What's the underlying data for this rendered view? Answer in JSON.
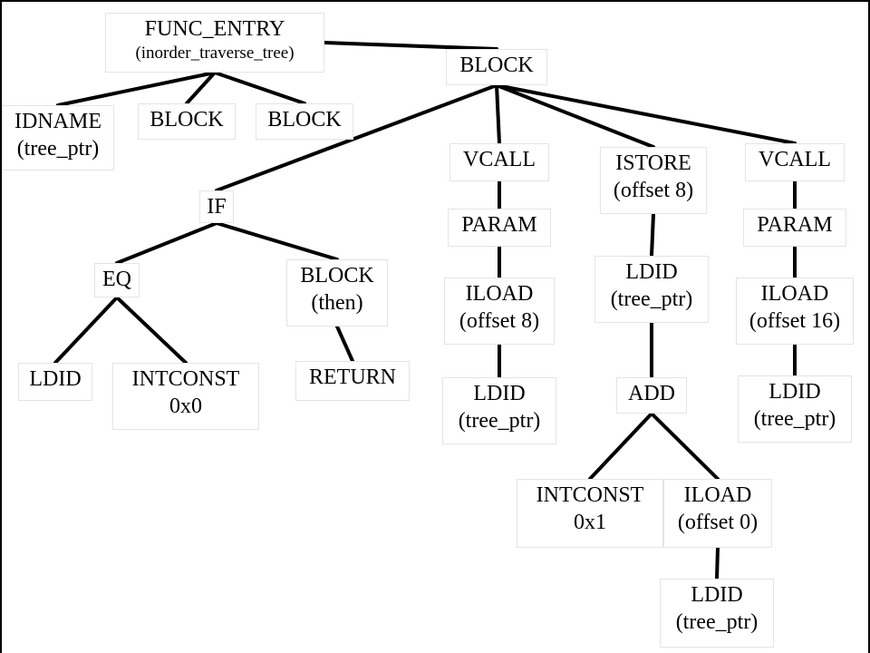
{
  "nodes": {
    "func_entry": {
      "line1": "FUNC_ENTRY",
      "line2": "(inorder_traverse_tree)"
    },
    "block_main": {
      "line1": "BLOCK"
    },
    "idname": {
      "line1": "IDNAME",
      "line2": "(tree_ptr)"
    },
    "block_a": {
      "line1": "BLOCK"
    },
    "block_b": {
      "line1": "BLOCK"
    },
    "if_node": {
      "line1": "IF"
    },
    "eq": {
      "line1": "EQ"
    },
    "block_then": {
      "line1": "BLOCK",
      "line2": "(then)"
    },
    "ldid_eq": {
      "line1": "LDID"
    },
    "intconst_0": {
      "line1": "INTCONST",
      "line2": "0x0"
    },
    "return_node": {
      "line1": "RETURN"
    },
    "vcall_1": {
      "line1": "VCALL"
    },
    "param_1": {
      "line1": "PARAM"
    },
    "iload_8": {
      "line1": "ILOAD",
      "line2": "(offset 8)"
    },
    "ldid_1": {
      "line1": "LDID",
      "line2": "(tree_ptr)"
    },
    "istore": {
      "line1": "ISTORE",
      "line2": "(offset 8)"
    },
    "ldid_2": {
      "line1": "LDID",
      "line2": "(tree_ptr)"
    },
    "add": {
      "line1": "ADD"
    },
    "intconst_1": {
      "line1": "INTCONST",
      "line2": "0x1"
    },
    "iload_0": {
      "line1": "ILOAD",
      "line2": "(offset 0)"
    },
    "ldid_3": {
      "line1": "LDID",
      "line2": "(tree_ptr)"
    },
    "vcall_2": {
      "line1": "VCALL"
    },
    "param_2": {
      "line1": "PARAM"
    },
    "iload_16": {
      "line1": "ILOAD",
      "line2": "(offset 16)"
    },
    "ldid_4": {
      "line1": "LDID",
      "line2": "(tree_ptr)"
    }
  },
  "edges": [
    [
      "func_entry",
      "idname"
    ],
    [
      "func_entry",
      "block_a"
    ],
    [
      "func_entry",
      "block_b"
    ],
    [
      "func_entry",
      "block_main"
    ],
    [
      "block_main",
      "if_node"
    ],
    [
      "block_main",
      "vcall_1"
    ],
    [
      "block_main",
      "istore"
    ],
    [
      "block_main",
      "vcall_2"
    ],
    [
      "if_node",
      "eq"
    ],
    [
      "if_node",
      "block_then"
    ],
    [
      "eq",
      "ldid_eq"
    ],
    [
      "eq",
      "intconst_0"
    ],
    [
      "block_then",
      "return_node"
    ],
    [
      "vcall_1",
      "param_1"
    ],
    [
      "param_1",
      "iload_8"
    ],
    [
      "iload_8",
      "ldid_1"
    ],
    [
      "istore",
      "ldid_2"
    ],
    [
      "ldid_2",
      "add"
    ],
    [
      "add",
      "intconst_1"
    ],
    [
      "add",
      "iload_0"
    ],
    [
      "iload_0",
      "ldid_3"
    ],
    [
      "vcall_2",
      "param_2"
    ],
    [
      "param_2",
      "iload_16"
    ],
    [
      "iload_16",
      "ldid_4"
    ]
  ]
}
